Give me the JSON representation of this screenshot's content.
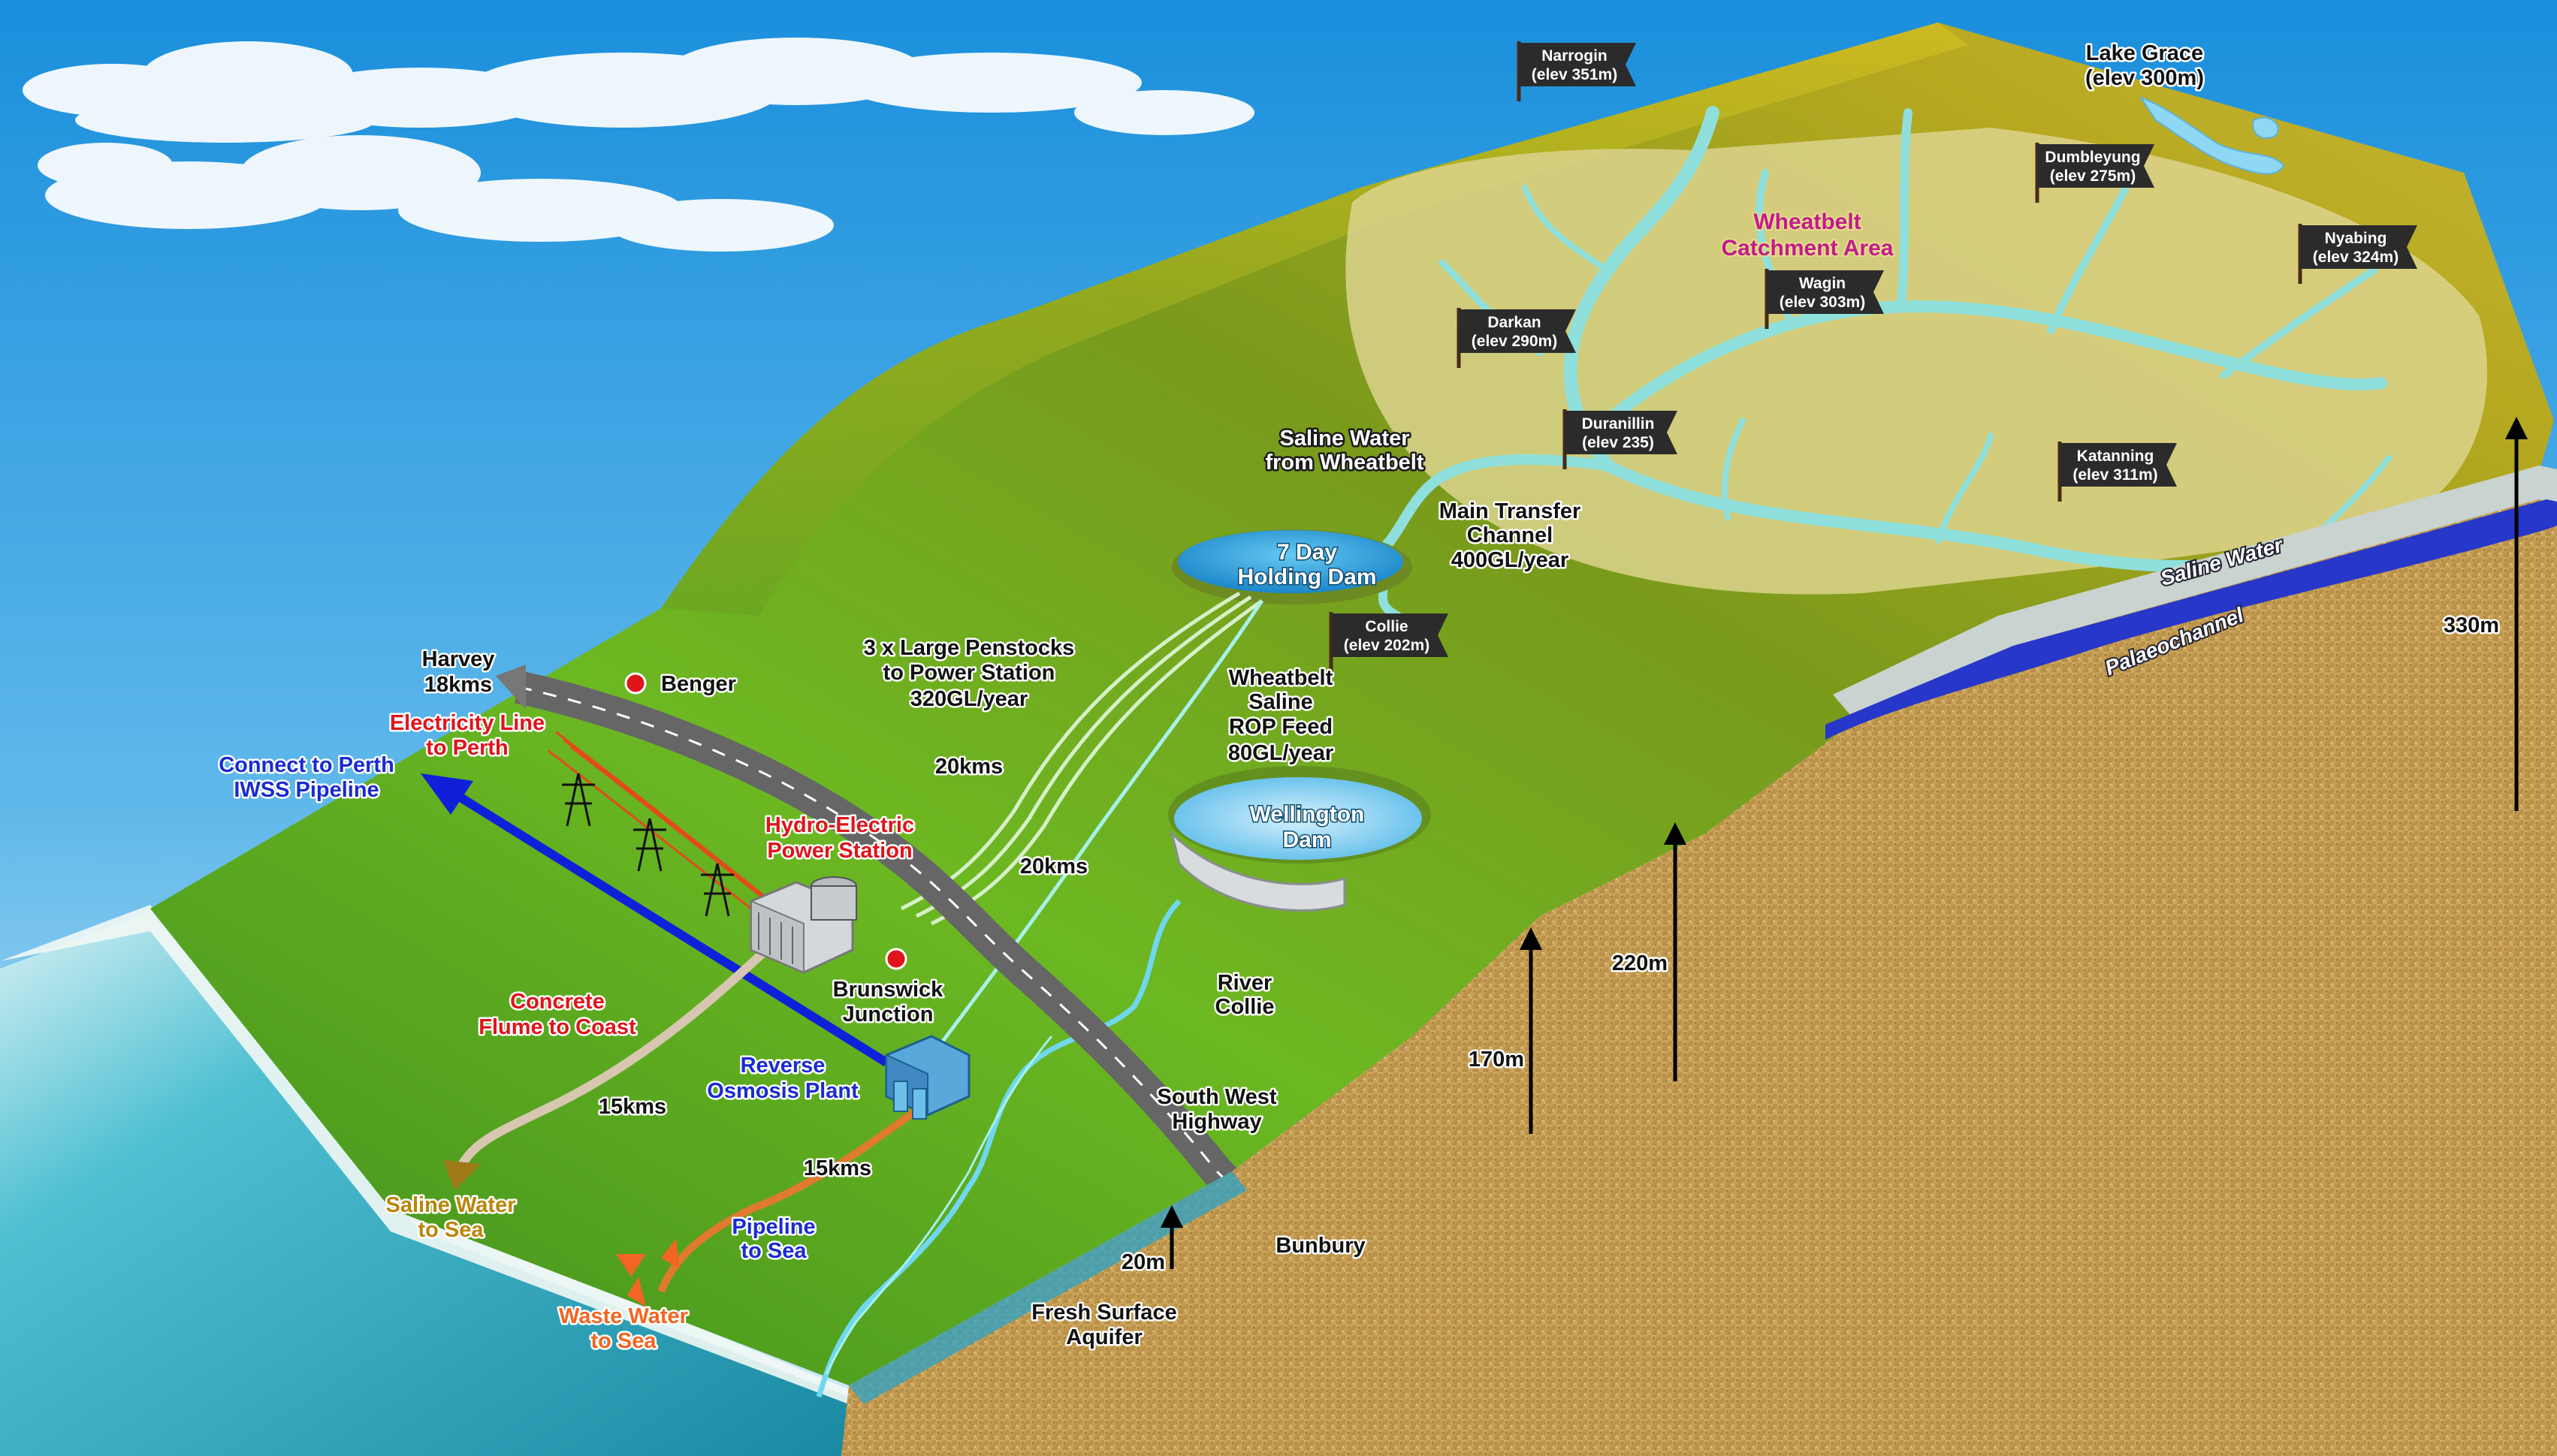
{
  "colors": {
    "sky_top": "#1f9be0",
    "sky_bottom": "#cfeaf7",
    "land_green": "#5aa823",
    "land_olive": "#b3a61e",
    "catchment": "#d9cf84",
    "channel": "#8fe0dc",
    "soil": "#c9a35a",
    "saline_layer": "#c9d3cf",
    "palaeo_layer": "#2637c9",
    "sea": "#2aa3b8",
    "highway": "#777777",
    "iwss_pipeline": "#1020d8",
    "power_line": "#e34b1b",
    "flume": "#d7c7b0",
    "flag_bg": "#2b2b2b",
    "marker_red": "#e0141b"
  },
  "towns": [
    {
      "name": "Narrogin",
      "elev": "(elev 351m)"
    },
    {
      "name": "Lake Grace",
      "elev": "(elev 300m)"
    },
    {
      "name": "Dumbleyung",
      "elev": "(elev 275m)"
    },
    {
      "name": "Nyabing",
      "elev": "(elev 324m)"
    },
    {
      "name": "Wagin",
      "elev": "(elev 303m)"
    },
    {
      "name": "Darkan",
      "elev": "(elev 290m)"
    },
    {
      "name": "Duranillin",
      "elev": "(elev 235)"
    },
    {
      "name": "Katanning",
      "elev": "(elev 311m)"
    },
    {
      "name": "Collie",
      "elev": "(elev 202m)"
    }
  ],
  "labels": {
    "lake_grace_1": "Lake Grace",
    "lake_grace_2": "(elev 300m)",
    "catchment_1": "Wheatbelt",
    "catchment_2": "Catchment Area",
    "saline_from_1": "Saline Water",
    "saline_from_2": "from Wheatbelt",
    "holding_dam_1": "7 Day",
    "holding_dam_2": "Holding Dam",
    "main_transfer_1": "Main Transfer",
    "main_transfer_2": "Channel",
    "main_transfer_3": "400GL/year",
    "penstocks_1": "3 x Large Penstocks",
    "penstocks_2": "to Power Station",
    "penstocks_3": "320GL/year",
    "dist_20kms_a": "20kms",
    "dist_20kms_b": "20kms",
    "rop_1": "Wheatbelt",
    "rop_2": "Saline",
    "rop_3": "ROP Feed",
    "rop_4": "80GL/year",
    "wellington_1": "Wellington",
    "wellington_2": "Dam",
    "harvey_1": "Harvey",
    "harvey_2": "18kms",
    "benger": "Benger",
    "elec_1": "Electricity Line",
    "elec_2": "to Perth",
    "perth_1": "Connect to Perth",
    "perth_2": "IWSS Pipeline",
    "hydro_1": "Hydro-Electric",
    "hydro_2": "Power Station",
    "brunswick_1": "Brunswick",
    "brunswick_2": "Junction",
    "flume_1": "Concrete",
    "flume_2": "Flume to Coast",
    "ro_1": "Reverse",
    "ro_2": "Osmosis Plant",
    "dist_15kms_a": "15kms",
    "dist_15kms_b": "15kms",
    "river_1": "River",
    "river_2": "Collie",
    "swh_1": "South West",
    "swh_2": "Highway",
    "bunbury": "Bunbury",
    "saline_sea_1": "Saline Water",
    "saline_sea_2": "to Sea",
    "pipeline_sea_1": "Pipeline",
    "pipeline_sea_2": "to Sea",
    "waste_1": "Waste Water",
    "waste_2": "to Sea",
    "aquifer_1": "Fresh Surface",
    "aquifer_2": "Aquifer",
    "h_20": "20m",
    "h_170": "170m",
    "h_220": "220m",
    "h_330": "330m",
    "saline_layer": "Saline Water",
    "palaeo_layer": "Palaeochannel"
  }
}
